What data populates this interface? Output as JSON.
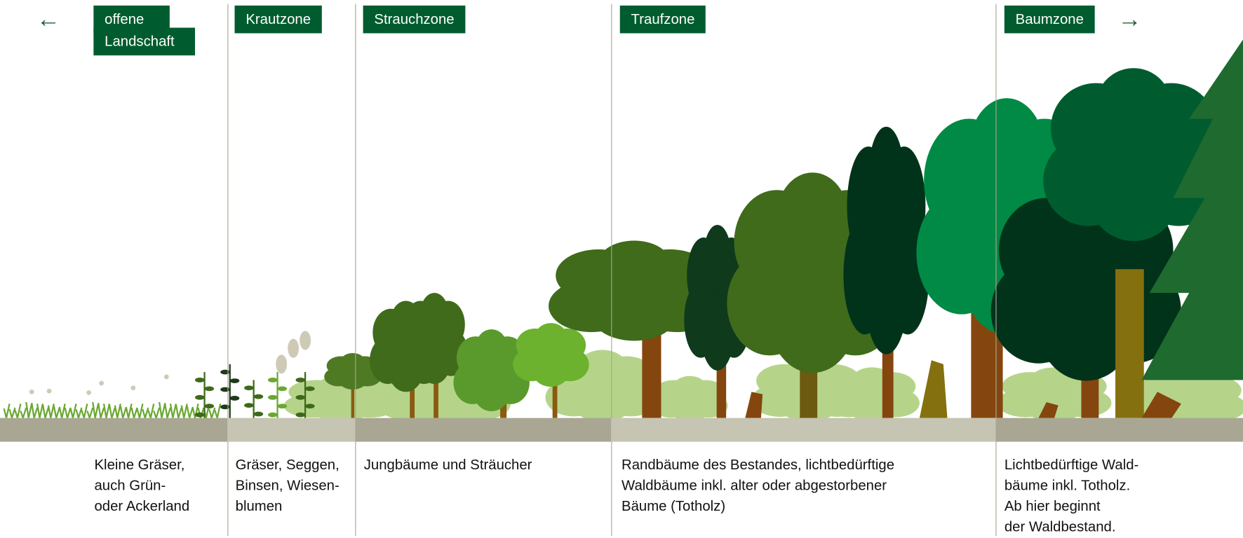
{
  "zones": [
    {
      "id": "offene-landschaft",
      "label_lines": [
        "offene",
        "Landschaft"
      ],
      "description": [
        "Kleine Gräser,",
        "auch Grün-",
        "oder Ackerland"
      ]
    },
    {
      "id": "krautzone",
      "label": "Krautzone",
      "description": [
        "Gräser, Seggen,",
        "Binsen, Wiesen-",
        "blumen"
      ]
    },
    {
      "id": "strauchzone",
      "label": "Strauchzone",
      "description": [
        "Jungbäume und Sträucher"
      ]
    },
    {
      "id": "traufzone",
      "label": "Traufzone",
      "description": [
        "Randbäume des Bestandes, lichtbedürftige",
        "Waldbäume inkl. alter oder abgestorbener",
        "Bäume (Totholz)"
      ]
    },
    {
      "id": "baumzone",
      "label": "Baumzone",
      "description": [
        "Lichtbedürftige Wald-",
        "bäume inkl. Totholz.",
        "Ab hier beginnt",
        "der Waldbestand."
      ]
    }
  ],
  "arrows": {
    "left": "←",
    "right": "→"
  },
  "colors": {
    "label_bg": "#005c2e",
    "ground_dark": "#a9a793",
    "ground_light": "#c6c4b2",
    "divider": "#a8a690"
  }
}
